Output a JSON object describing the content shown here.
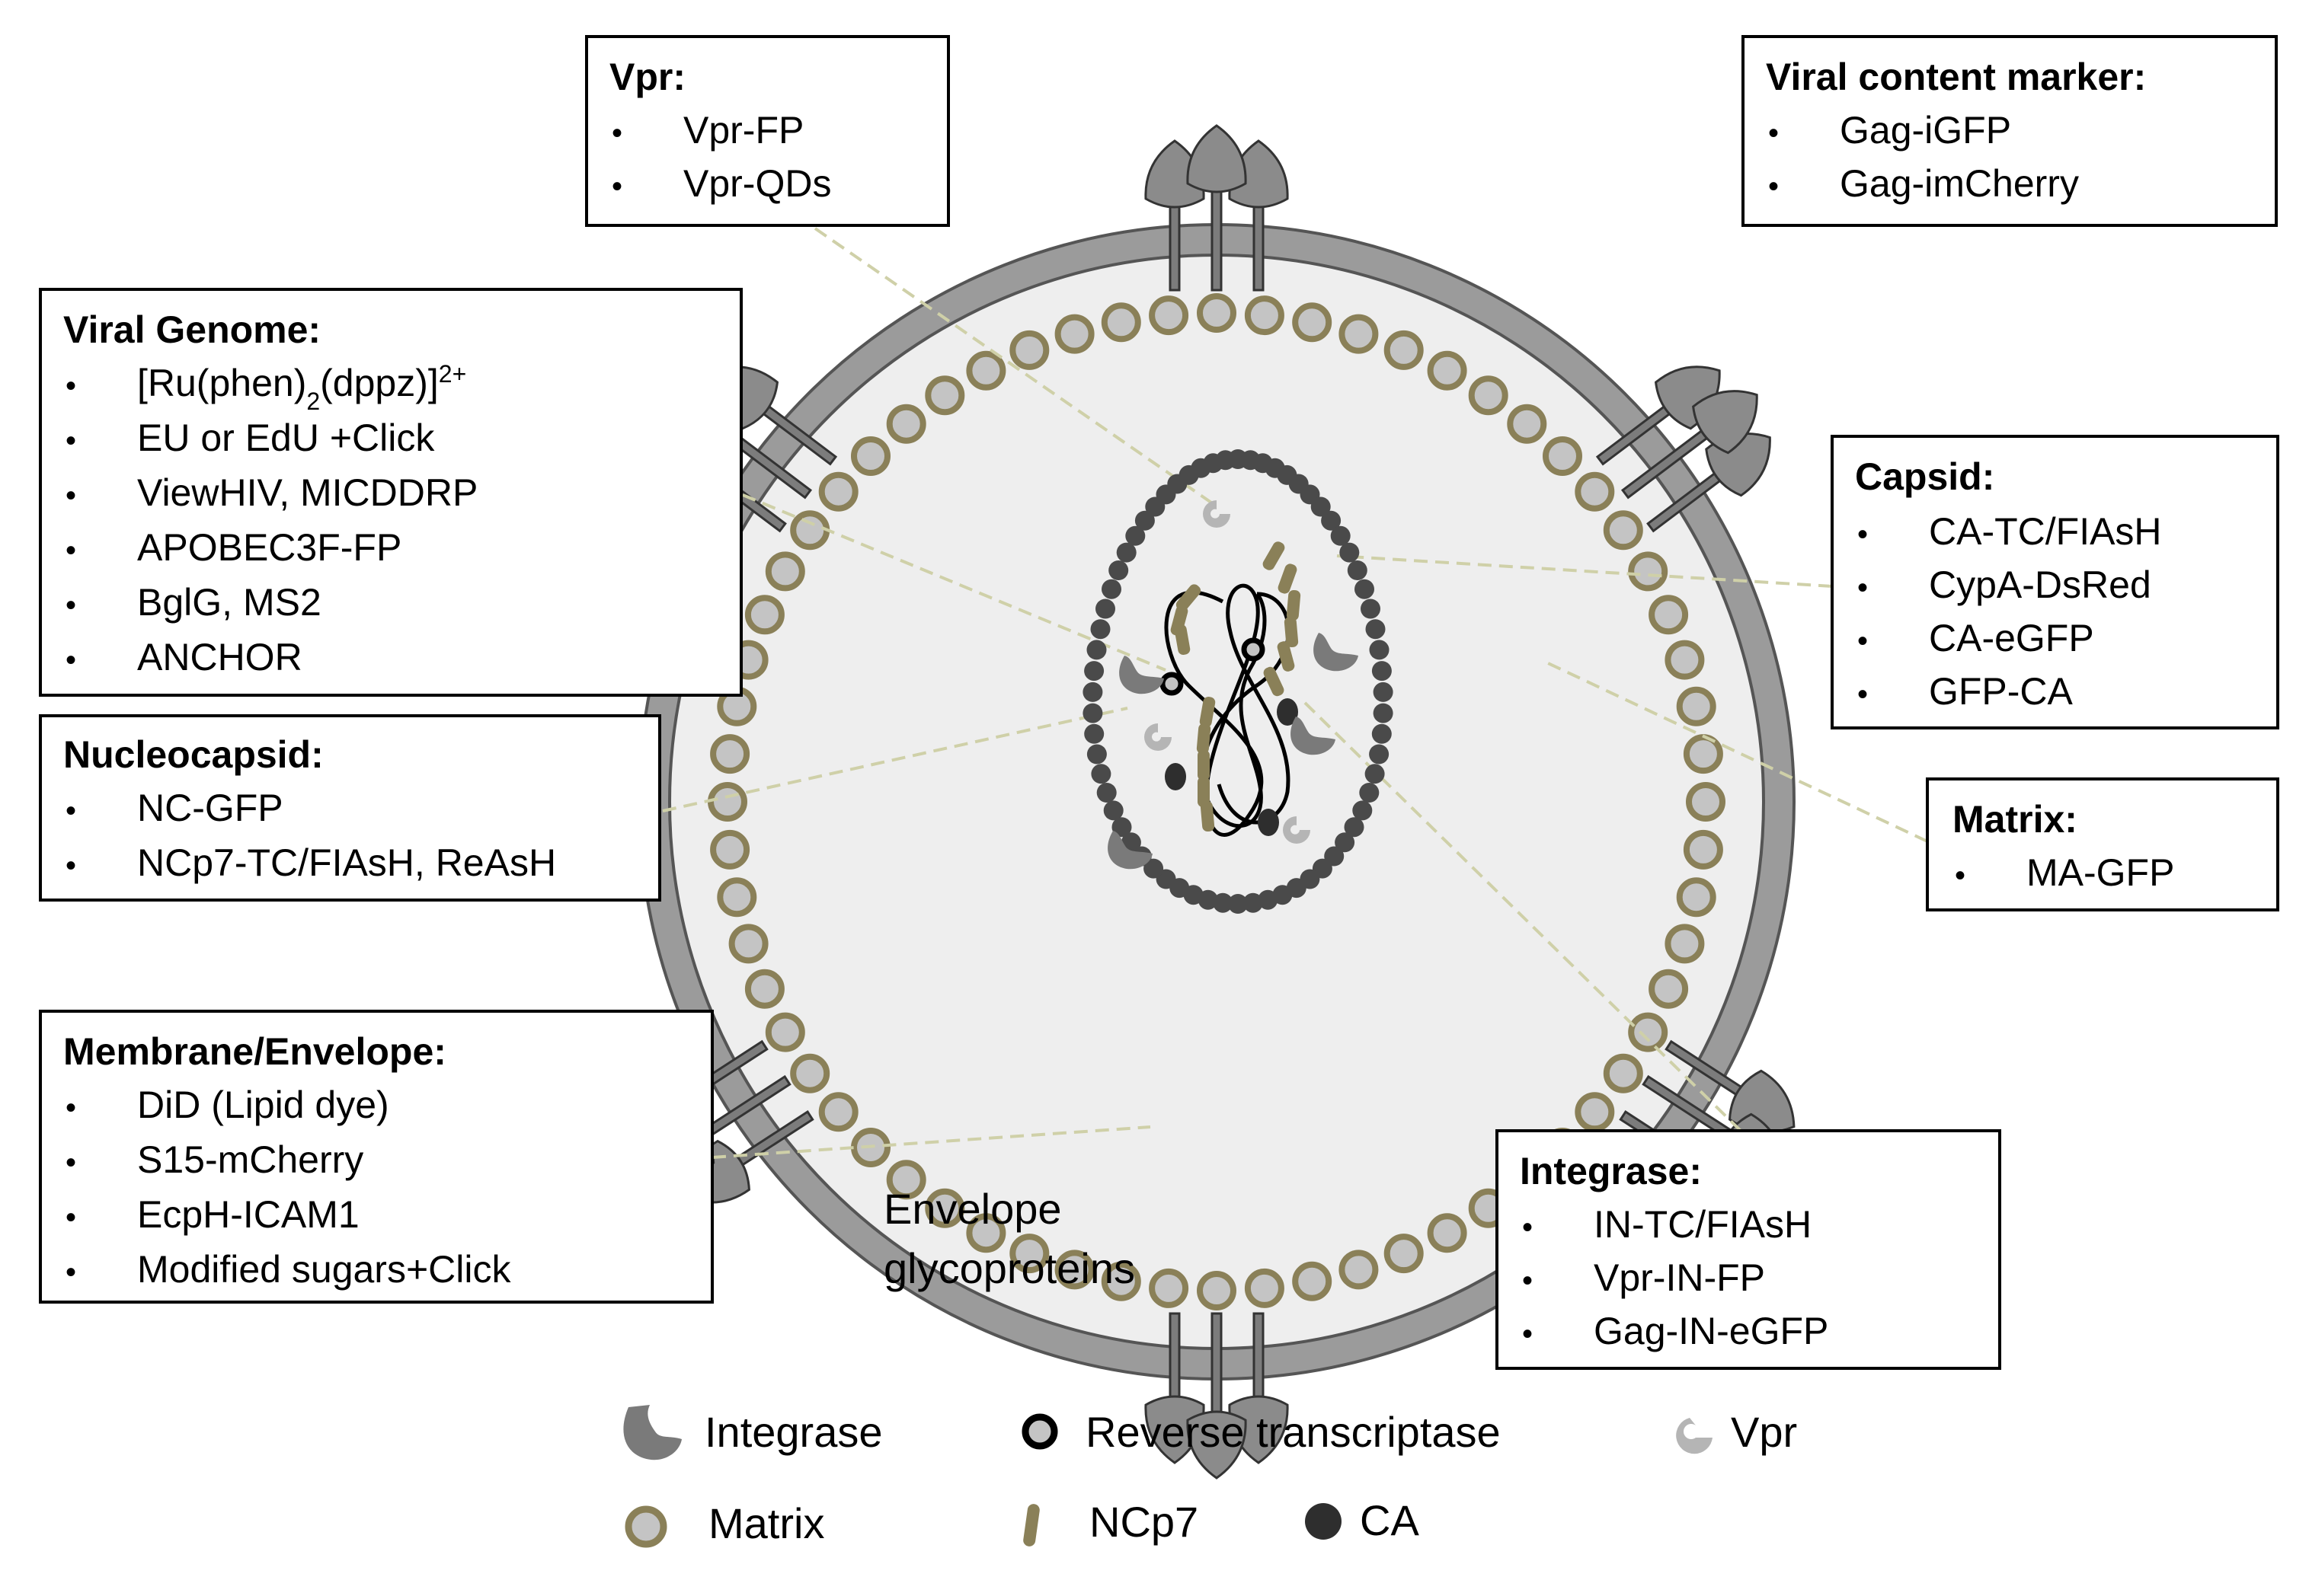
{
  "colors": {
    "envelope_ring": "#9b9b9b",
    "inner_fill": "#eeeeee",
    "matrix_stroke": "#8a8058",
    "matrix_fill": "#c4c4c4",
    "ncp7": "#8a8058",
    "ca_dark": "#4a4a4a",
    "integrase": "#7a7a7a",
    "vpr": "#b5b5b5",
    "leader_line": "#cfd0a8"
  },
  "boxes": {
    "vpr": {
      "title": "Vpr:",
      "items": [
        "Vpr-FP",
        "Vpr-QDs"
      ]
    },
    "viral_content": {
      "title": "Viral content marker:",
      "items": [
        "Gag-iGFP",
        "Gag-imCherry"
      ]
    },
    "viral_genome": {
      "title": "Viral Genome:",
      "items": [
        "EU or EdU +Click",
        "ViewHIV, MICDDRP",
        "APOBEC3F-FP",
        "BglG, MS2",
        "ANCHOR"
      ],
      "ru_complex": {
        "pre": "[Ru(phen)",
        "sub": "2",
        "mid": "(dppz)]",
        "sup": "2+"
      }
    },
    "capsid": {
      "title": "Capsid:",
      "items": [
        "CA-TC/FIAsH",
        "CypA-DsRed",
        "CA-eGFP",
        "GFP-CA"
      ]
    },
    "nucleocapsid": {
      "title": "Nucleocapsid:",
      "items": [
        "NC-GFP",
        "NCp7-TC/FIAsH, ReAsH"
      ]
    },
    "matrix": {
      "title": "Matrix:",
      "items": [
        "MA-GFP"
      ]
    },
    "membrane": {
      "title": "Membrane/Envelope:",
      "items": [
        "DiD (Lipid dye)",
        "S15-mCherry",
        "EcpH-ICAM1",
        "Modified sugars+Click"
      ]
    },
    "integrase": {
      "title": "Integrase:",
      "items": [
        "IN-TC/FIAsH",
        "Vpr-IN-FP",
        "Gag-IN-eGFP"
      ]
    }
  },
  "bullet_char": "•",
  "envelope_label": {
    "line1": "Envelope",
    "line2": "glycoproteins"
  },
  "legend": {
    "integrase": "Integrase",
    "reverse_transcriptase": "Reverse transcriptase",
    "vpr": "Vpr",
    "matrix": "Matrix",
    "ncp7": "NCp7",
    "ca": "CA"
  }
}
